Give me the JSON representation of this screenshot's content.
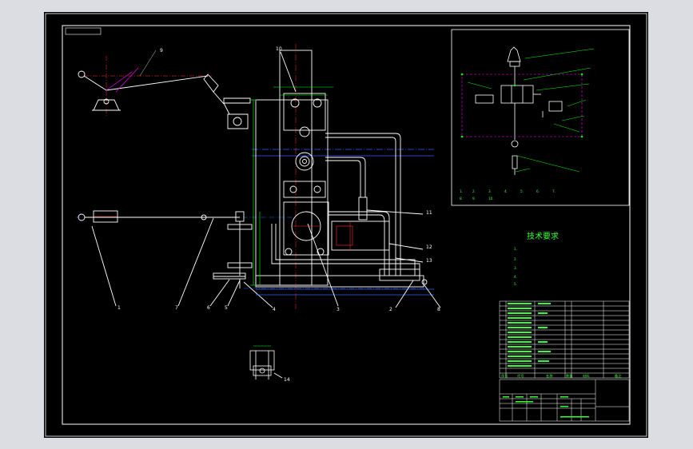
{
  "drawing": {
    "corner_tag": "",
    "tech_title": "技术要求",
    "tech_items": [
      "1.",
      "2.",
      "3.",
      "4.",
      "5."
    ],
    "part_labels": [
      "1",
      "2",
      "3",
      "4",
      "5",
      "6",
      "7",
      "8",
      "9",
      "10",
      "11",
      "12",
      "13",
      "14"
    ],
    "legend": [
      "1.",
      "2.",
      "3.",
      "4.",
      "5.",
      "6.",
      "7.",
      "8.",
      "9.",
      "10."
    ],
    "bom_header": [
      "序号",
      "代号",
      "名称",
      "数量",
      "材料",
      "备注"
    ],
    "title_block": {
      "drawing_name": "",
      "drawing_no": ""
    }
  },
  "colors": {
    "background": "#000000",
    "frame": "#ffffff",
    "part": "#ffffff",
    "dimension": "#00ff00",
    "center": "#3060ff",
    "hidden": "#ff00ff",
    "text": "#33ff33"
  }
}
